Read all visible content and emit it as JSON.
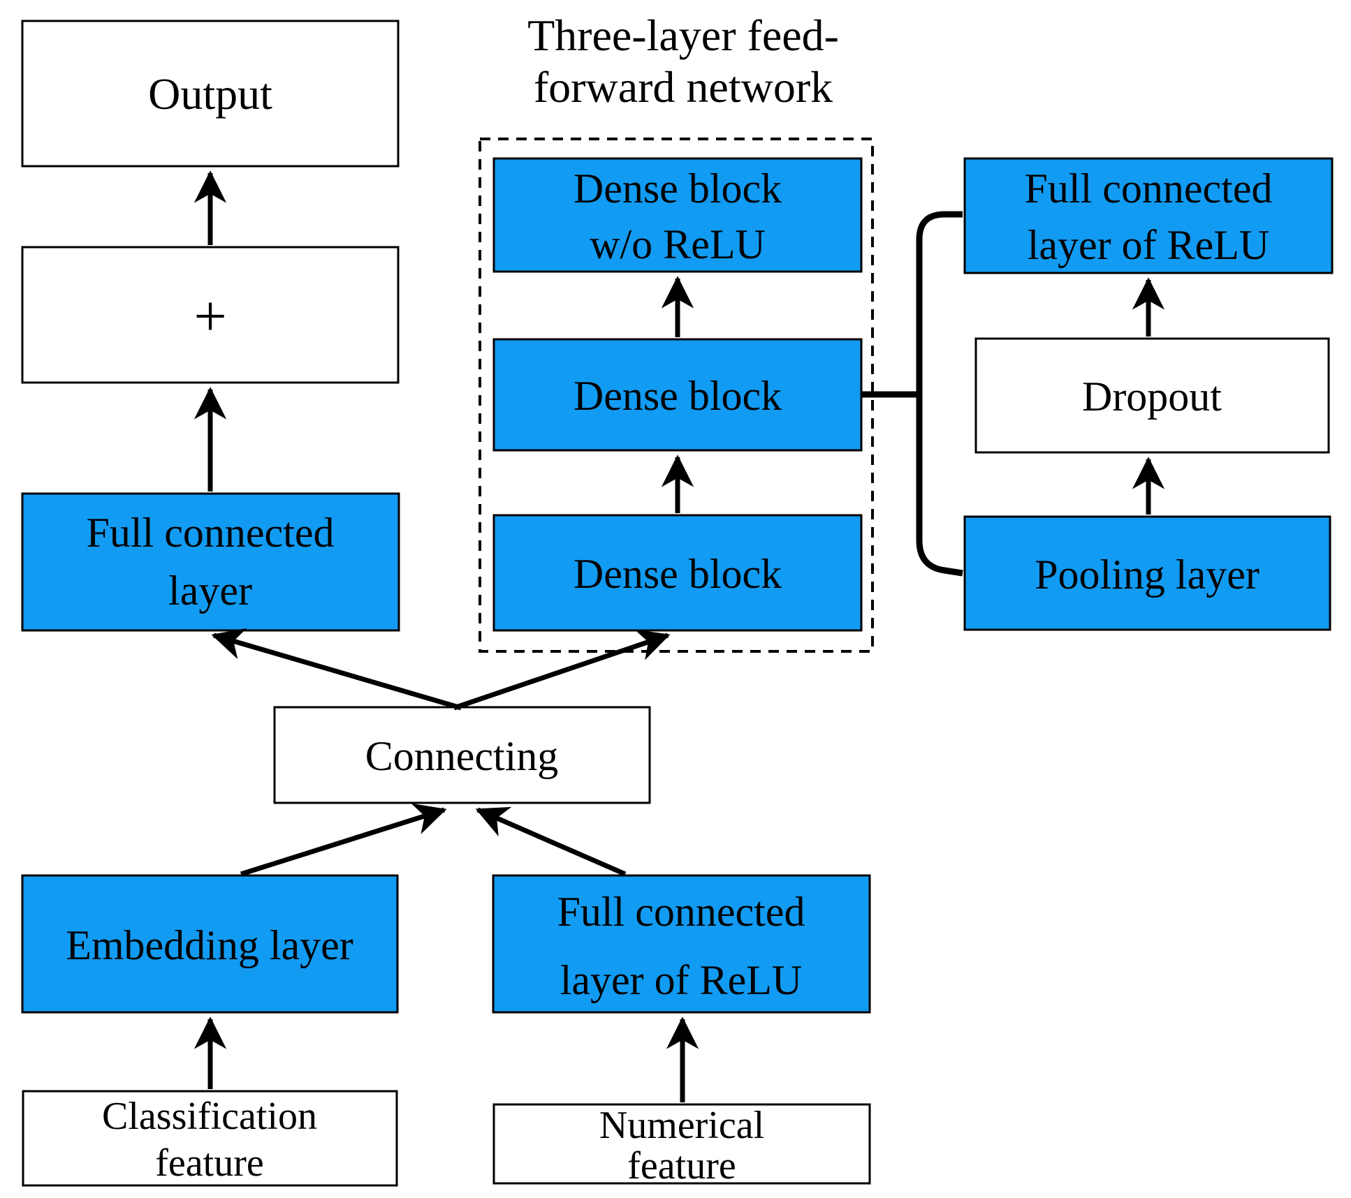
{
  "title": {
    "line1": "Three-layer feed-",
    "line2": "forward network"
  },
  "colors": {
    "box_blue": "#129bf2",
    "box_white": "#ffffff",
    "border": "#000000",
    "arrow": "#000000"
  },
  "boxes": {
    "output": {
      "label": "Output"
    },
    "plus": {
      "label": "+"
    },
    "fc_layer": {
      "line1": "Full connected",
      "line2": "layer"
    },
    "dense_wo_relu": {
      "line1": "Dense block",
      "line2": "w/o ReLU"
    },
    "dense_mid": {
      "label": "Dense block"
    },
    "dense_bottom": {
      "label": "Dense block"
    },
    "fc_relu_right": {
      "line1": "Full connected",
      "line2": "layer of ReLU"
    },
    "dropout": {
      "label": "Dropout"
    },
    "pooling": {
      "label": "Pooling layer"
    },
    "connecting": {
      "label": "Connecting"
    },
    "embedding": {
      "label": "Embedding layer"
    },
    "fc_relu_bottom": {
      "line1": "Full connected",
      "line2": "layer of ReLU"
    },
    "classification": {
      "line1": "Classification",
      "line2": "feature"
    },
    "numerical": {
      "line1": "Numerical",
      "line2": "feature"
    }
  }
}
